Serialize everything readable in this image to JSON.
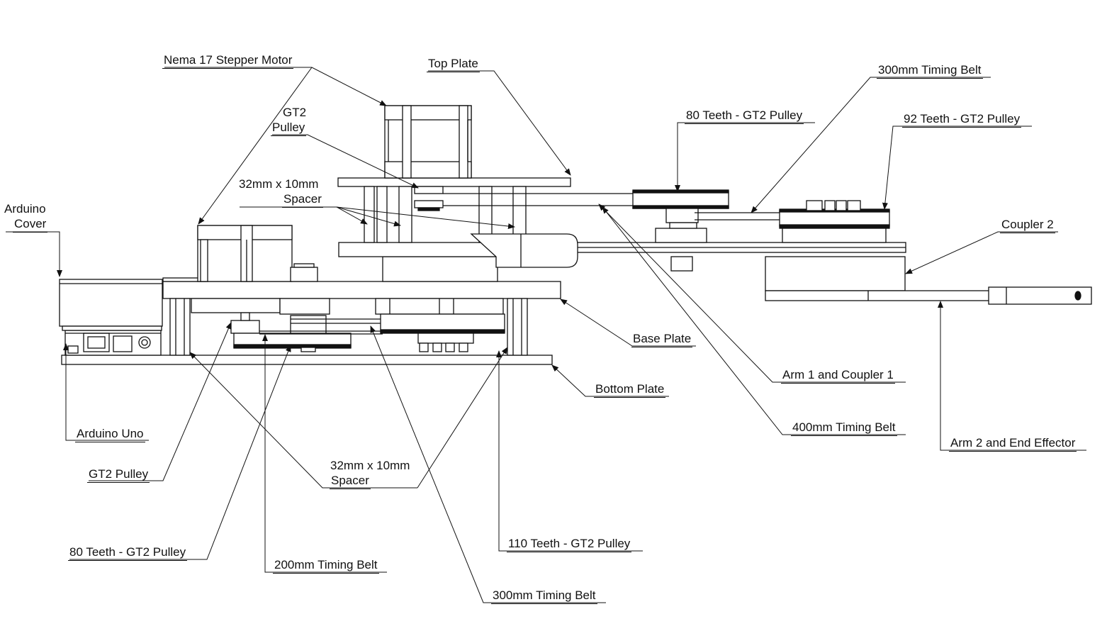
{
  "labels": {
    "nema17": "Nema 17 Stepper Motor",
    "top_plate": "Top  Plate",
    "timing_300_top": "300mm Timing Belt",
    "teeth80_top": "80 Teeth - GT2 Pulley",
    "teeth92": "92 Teeth - GT2 Pulley",
    "gt2_top_1": "GT2",
    "gt2_top_2": "Pulley",
    "spacer_top_1": "32mm x 10mm",
    "spacer_top_2": "Spacer",
    "arduino_cover_1": "Arduino",
    "arduino_cover_2": "Cover",
    "coupler2": "Coupler 2",
    "base_plate": "Base Plate",
    "arm1_coupler1": "Arm 1 and  Coupler 1",
    "bottom_plate": "Bottom Plate",
    "timing_400": "400mm Timing Belt",
    "arduino_uno": "Arduino Uno",
    "arm2_end": "Arm 2 and End Effector",
    "gt2_bottom": "GT2 Pulley",
    "spacer_bottom_1": "32mm x 10mm",
    "spacer_bottom_2": "Spacer",
    "teeth110": "110 Teeth - GT2 Pulley",
    "teeth80_bottom": "80 Teeth - GT2 Pulley",
    "timing_200": "200mm Timing Belt",
    "timing_300_bottom": "300mm Timing Belt"
  },
  "colors": {
    "ink": "#111111",
    "paper": "#ffffff"
  }
}
